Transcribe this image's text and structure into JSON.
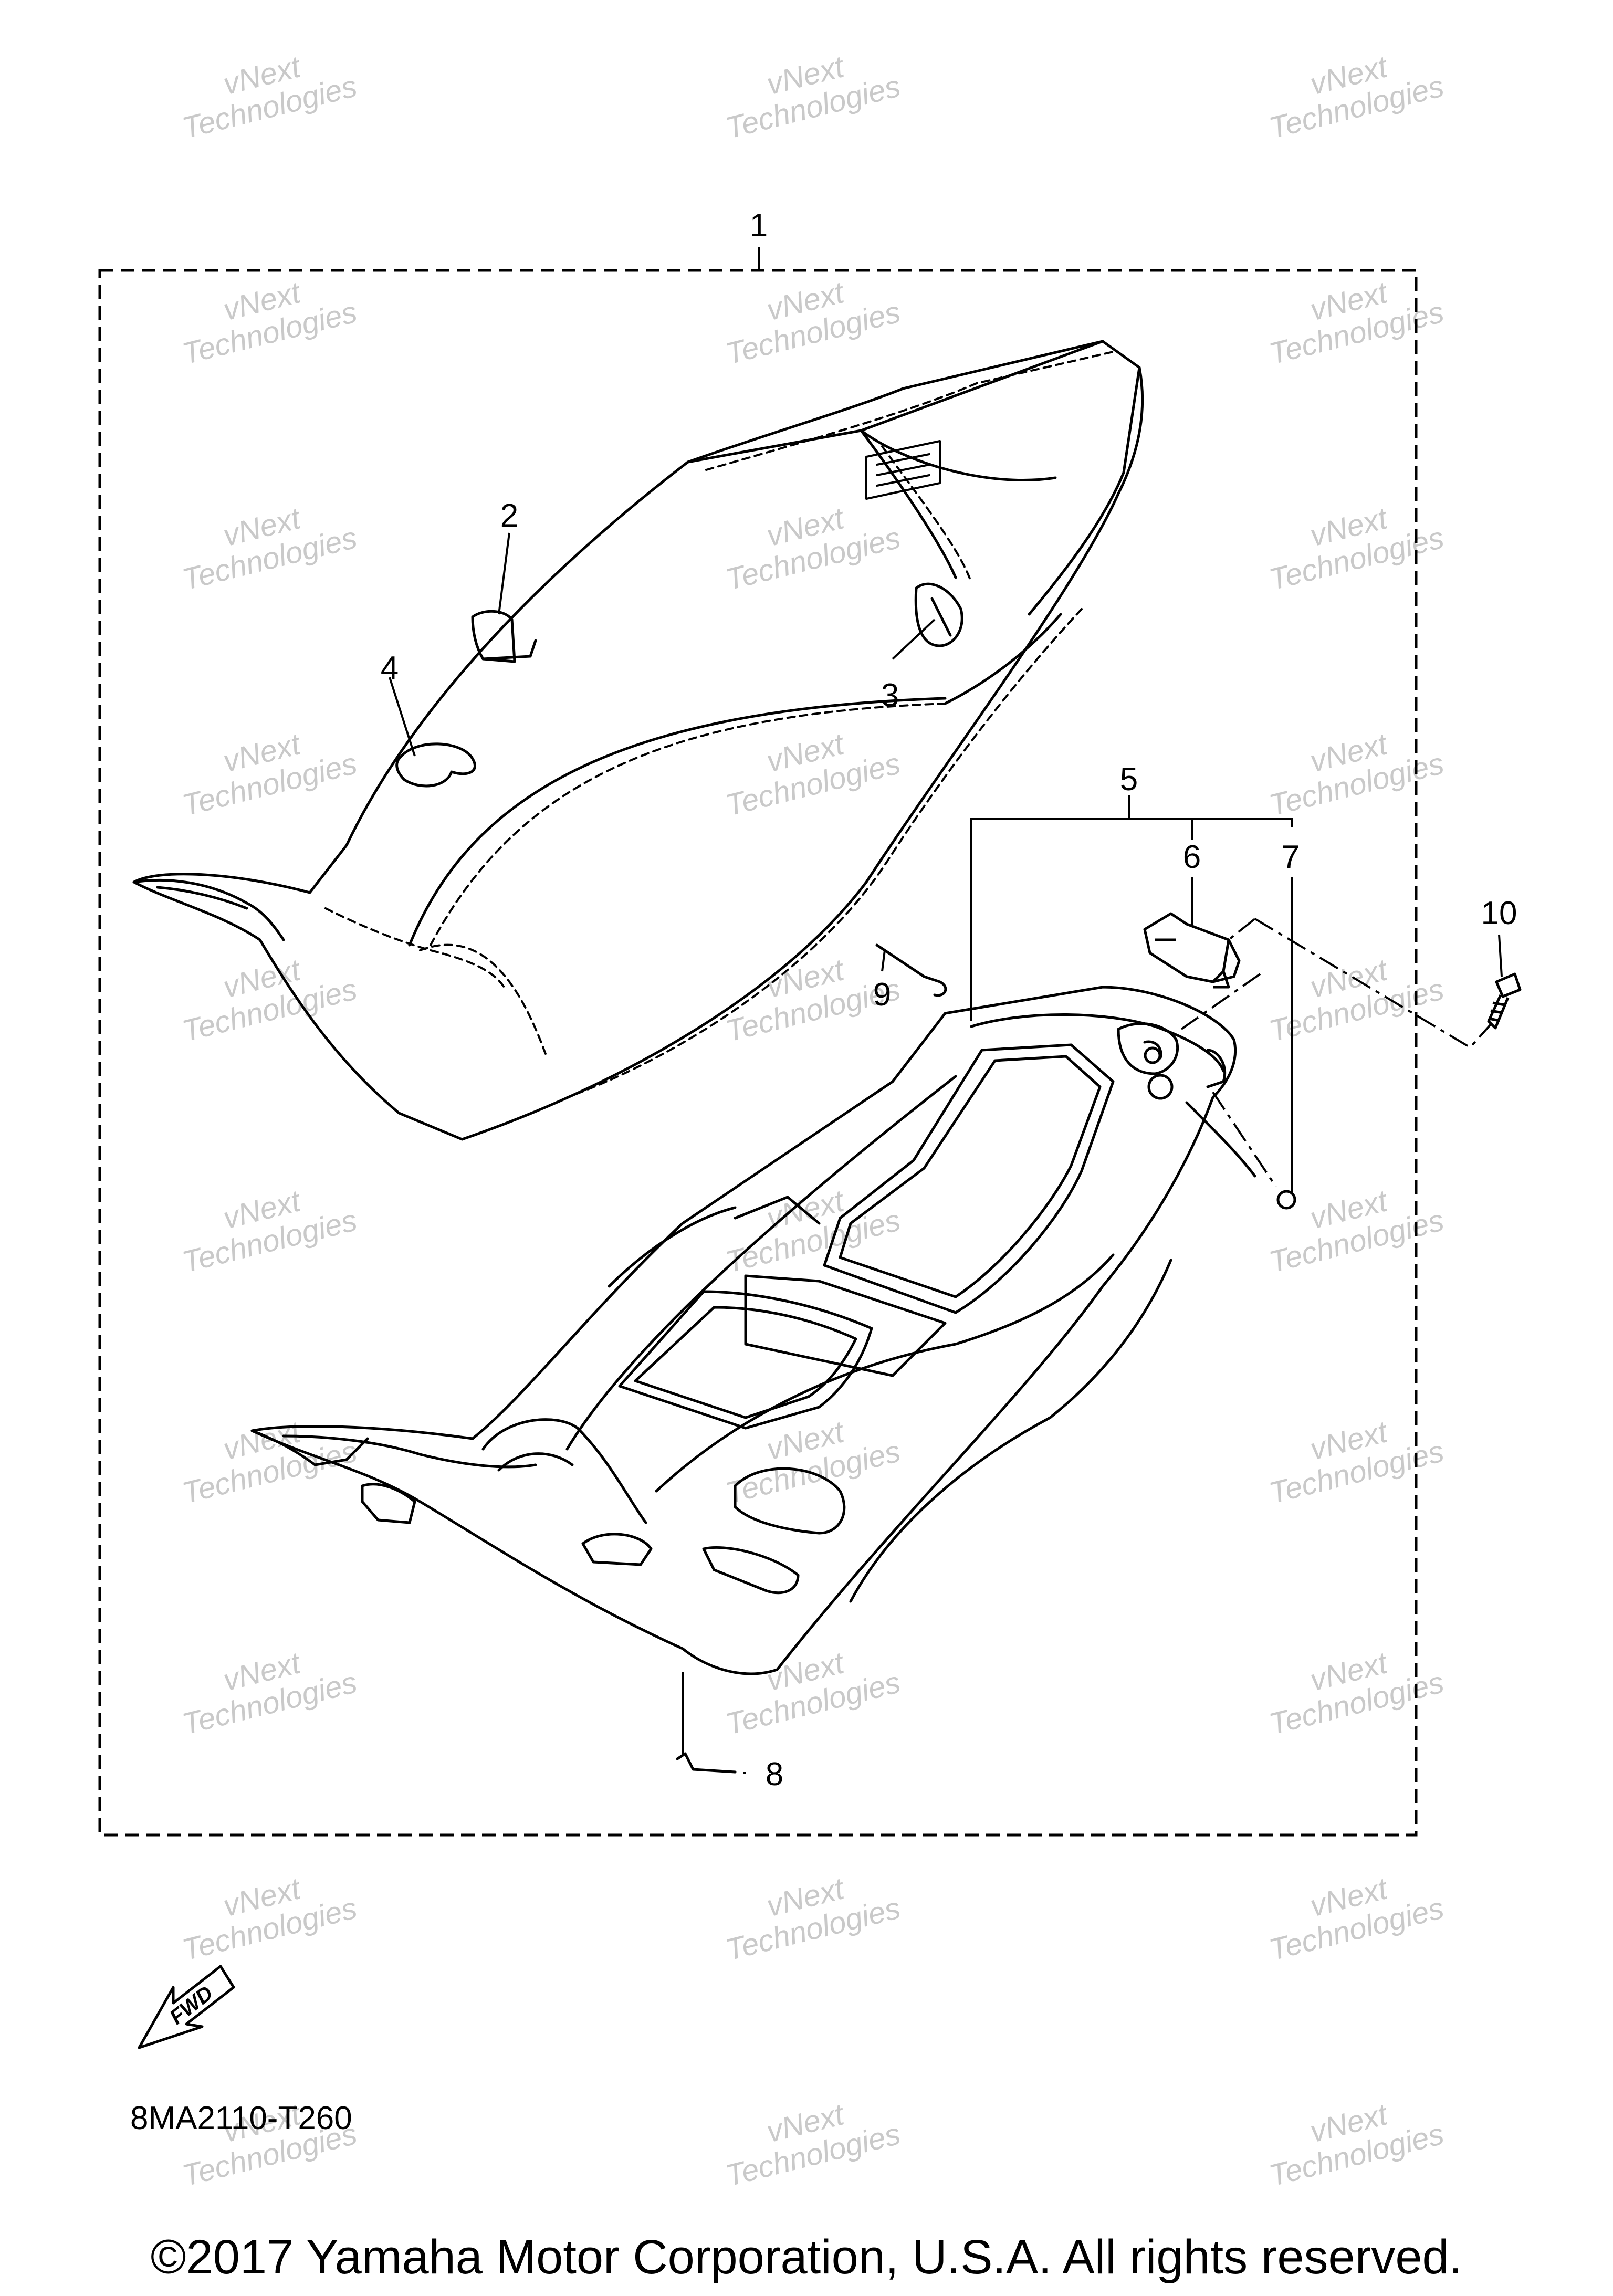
{
  "callouts": [
    {
      "id": "1",
      "label": "1"
    },
    {
      "id": "2",
      "label": "2"
    },
    {
      "id": "3",
      "label": "3"
    },
    {
      "id": "4",
      "label": "4"
    },
    {
      "id": "5",
      "label": "5"
    },
    {
      "id": "6",
      "label": "6"
    },
    {
      "id": "7",
      "label": "7"
    },
    {
      "id": "8",
      "label": "8"
    },
    {
      "id": "9",
      "label": "9"
    },
    {
      "id": "10",
      "label": "10"
    }
  ],
  "watermark": {
    "line1": "vNext",
    "line2": "Technologies"
  },
  "fwd_badge": "FWD",
  "diagram_code": "8MA2110-T260",
  "copyright": "©2017 Yamaha Motor Corporation, U.S.A. All rights reserved."
}
